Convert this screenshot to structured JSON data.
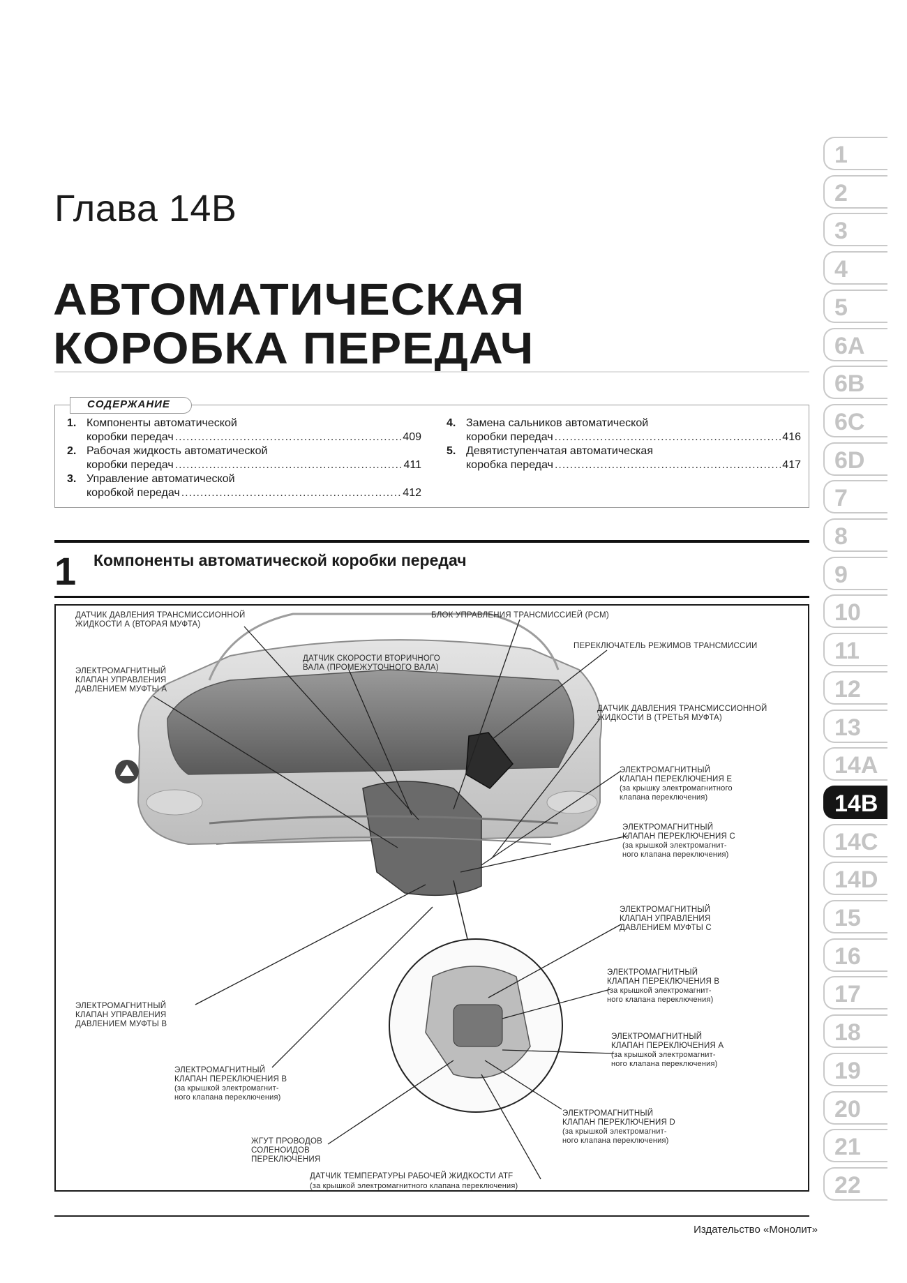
{
  "chapter": "Глава 14B",
  "title": {
    "line1": "АВТОМАТИЧЕСКАЯ",
    "line2": "КОРОБКА ПЕРЕДАЧ"
  },
  "toc": {
    "heading": "СОДЕРЖАНИЕ",
    "left": [
      {
        "num": "1.",
        "line1": "Компоненты автоматической",
        "line2": "коробки передач",
        "page": "409"
      },
      {
        "num": "2.",
        "line1": "Рабочая жидкость автоматической",
        "line2": "коробки передач",
        "page": "411"
      },
      {
        "num": "3.",
        "line1": "Управление автоматической",
        "line2": "коробкой передач",
        "page": "412"
      }
    ],
    "right": [
      {
        "num": "4.",
        "line1": "Замена сальников автоматической",
        "line2": "коробки передач",
        "page": "416"
      },
      {
        "num": "5.",
        "line1": "Девятиступенчатая автоматическая",
        "line2": "коробка передач",
        "page": "417"
      }
    ]
  },
  "section": {
    "number": "1",
    "title": "Компоненты автоматической коробки передач"
  },
  "figure": {
    "labels": {
      "l1": "ДАТЧИК ДАВЛЕНИЯ ТРАНСМИССИОННОЙ\nЖИДКОСТИ А (ВТОРАЯ МУФТА)",
      "l2": "БЛОК УПРАВЛЕНИЯ ТРАНСМИССИЕЙ (PCM)",
      "l3": "ДАТЧИК СКОРОСТИ ВТОРИЧНОГО\nВАЛА (ПРОМЕЖУТОЧНОГО ВАЛА)",
      "l4": "ПЕРЕКЛЮЧАТЕЛЬ РЕЖИМОВ ТРАНСМИССИИ",
      "l5": "ЭЛЕКТРОМАГНИТНЫЙ\nКЛАПАН УПРАВЛЕНИЯ\nДАВЛЕНИЕМ МУФТЫ А",
      "l6": "ДАТЧИК ДАВЛЕНИЯ ТРАНСМИССИОННОЙ\nЖИДКОСТИ В (ТРЕТЬЯ МУФТА)",
      "l7": "ЭЛЕКТРОМАГНИТНЫЙ\nКЛАПАН ПЕРЕКЛЮЧЕНИЯ Е",
      "l7s": "(за крышку электромагнитного\nклапана переключения)",
      "l8": "ЭЛЕКТРОМАГНИТНЫЙ\nКЛАПАН ПЕРЕКЛЮЧЕНИЯ С",
      "l8s": "(за крышкой электромагнит-\nного клапана переключения)",
      "l9": "ЭЛЕКТРОМАГНИТНЫЙ\nКЛАПАН УПРАВЛЕНИЯ\nДАВЛЕНИЕМ МУФТЫ С",
      "l10": "ЭЛЕКТРОМАГНИТНЫЙ\nКЛАПАН ПЕРЕКЛЮЧЕНИЯ В",
      "l10s": "(за крышкой электромагнит-\nного клапана переключения)",
      "l11": "ЭЛЕКТРОМАГНИТНЫЙ\nКЛАПАН УПРАВЛЕНИЯ\nДАВЛЕНИЕМ МУФТЫ В",
      "l12": "ЭЛЕКТРОМАГНИТНЫЙ\nКЛАПАН ПЕРЕКЛЮЧЕНИЯ А",
      "l12s": "(за крышкой электромагнит-\nного клапана переключения)",
      "l13": "ЭЛЕКТРОМАГНИТНЫЙ\nКЛАПАН ПЕРЕКЛЮЧЕНИЯ В",
      "l13s": "(за крышкой электромагнит-\nного клапана переключения)",
      "l14": "ЭЛЕКТРОМАГНИТНЫЙ\nКЛАПАН ПЕРЕКЛЮЧЕНИЯ D",
      "l14s": "(за крышкой электромагнит-\nного клапана переключения)",
      "l15": "ЖГУТ ПРОВОДОВ\nСОЛЕНОИДОВ\nПЕРЕКЛЮЧЕНИЯ",
      "l16": "ДАТЧИК ТЕМПЕРАТУРЫ РАБОЧЕЙ ЖИДКОСТИ ATF",
      "l16s": "(за крышкой электромагнитного клапана переключения)"
    }
  },
  "publisher": "Издательство «Монолит»",
  "tabs": [
    "1",
    "2",
    "3",
    "4",
    "5",
    "6A",
    "6B",
    "6C",
    "6D",
    "7",
    "8",
    "9",
    "10",
    "11",
    "12",
    "13",
    "14A",
    "14B",
    "14C",
    "14D",
    "15",
    "16",
    "17",
    "18",
    "19",
    "20",
    "21",
    "22"
  ],
  "active_tab": "14B"
}
